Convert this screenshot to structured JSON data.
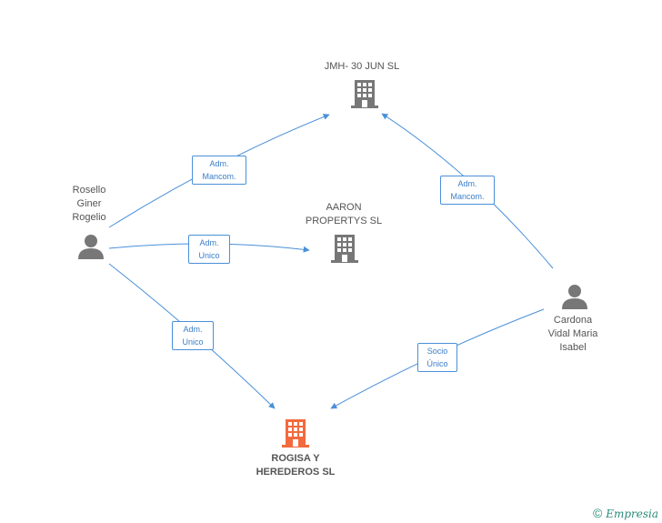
{
  "nodes": {
    "jmh": {
      "label": "JMH- 30 JUN SL",
      "type": "company"
    },
    "aaron": {
      "label": "AARON\nPROPERTYS SL",
      "type": "company"
    },
    "rogisa": {
      "label": "ROGISA Y\nHEREDEROS SL",
      "type": "company-main"
    },
    "rosello": {
      "label": "Rosello\nGiner\nRogelio",
      "type": "person"
    },
    "cardona": {
      "label": "Cardona\nVidal Maria\nIsabel",
      "type": "person"
    }
  },
  "edges": {
    "rosello_jmh": "Adm.\nMancom.",
    "rosello_aaron": "Adm.\nUnico",
    "rosello_rogisa": "Adm.\nUnico",
    "cardona_jmh": "Adm.\nMancom.",
    "cardona_rogisa": "Socio\nÚnico"
  },
  "colors": {
    "edge": "#4a90d9",
    "company": "#777777",
    "company_main": "#f26a3d",
    "person": "#777777"
  },
  "footer": {
    "copyright": "©",
    "brand": "Empresia"
  }
}
